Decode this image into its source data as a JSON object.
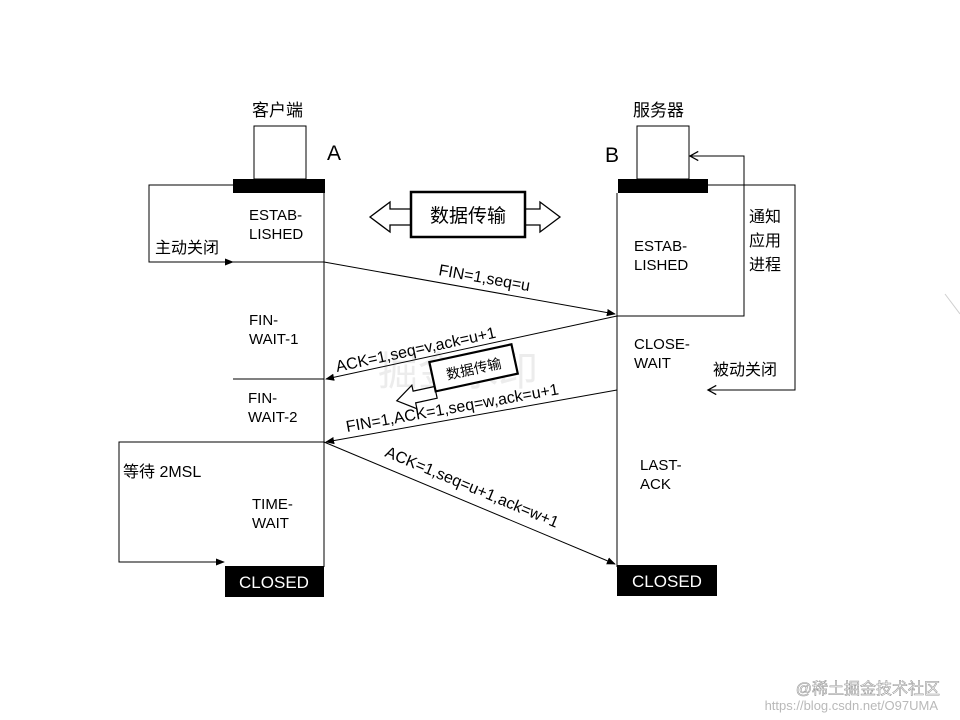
{
  "client": {
    "label": "客户端",
    "letter": "A",
    "closed": "CLOSED"
  },
  "server": {
    "label": "服务器",
    "letter": "B",
    "closed": "CLOSED"
  },
  "client_states": {
    "established": [
      "ESTAB-",
      "LISHED"
    ],
    "fin_wait_1": [
      "FIN-",
      "WAIT-1"
    ],
    "fin_wait_2": [
      "FIN-",
      "WAIT-2"
    ],
    "time_wait": [
      "TIME-",
      "WAIT"
    ]
  },
  "server_states": {
    "established": [
      "ESTAB-",
      "LISHED"
    ],
    "close_wait": [
      "CLOSE-",
      "WAIT"
    ],
    "last_ack": [
      "LAST-",
      "ACK"
    ]
  },
  "annotations": {
    "active_close": "主动关闭",
    "passive_close": "被动关闭",
    "notify_app": [
      "通知",
      "应用",
      "进程"
    ],
    "wait_2msl": "等待 2MSL",
    "data_transfer_big": "数据传输",
    "data_transfer_small": "数据传输"
  },
  "messages": {
    "fin1": "FIN=1,seq=u",
    "ack1": "ACK=1,seq=v,ack=u+1",
    "fin2": "FIN=1,ACK=1,seq=w,ack=u+1",
    "ack2": "ACK=1,seq=u+1,ack=w+1"
  },
  "watermark": {
    "faint": "掘金水印",
    "brand": "@稀土掘金技术社区",
    "url": "https://blog.csdn.net/O97UMA"
  }
}
